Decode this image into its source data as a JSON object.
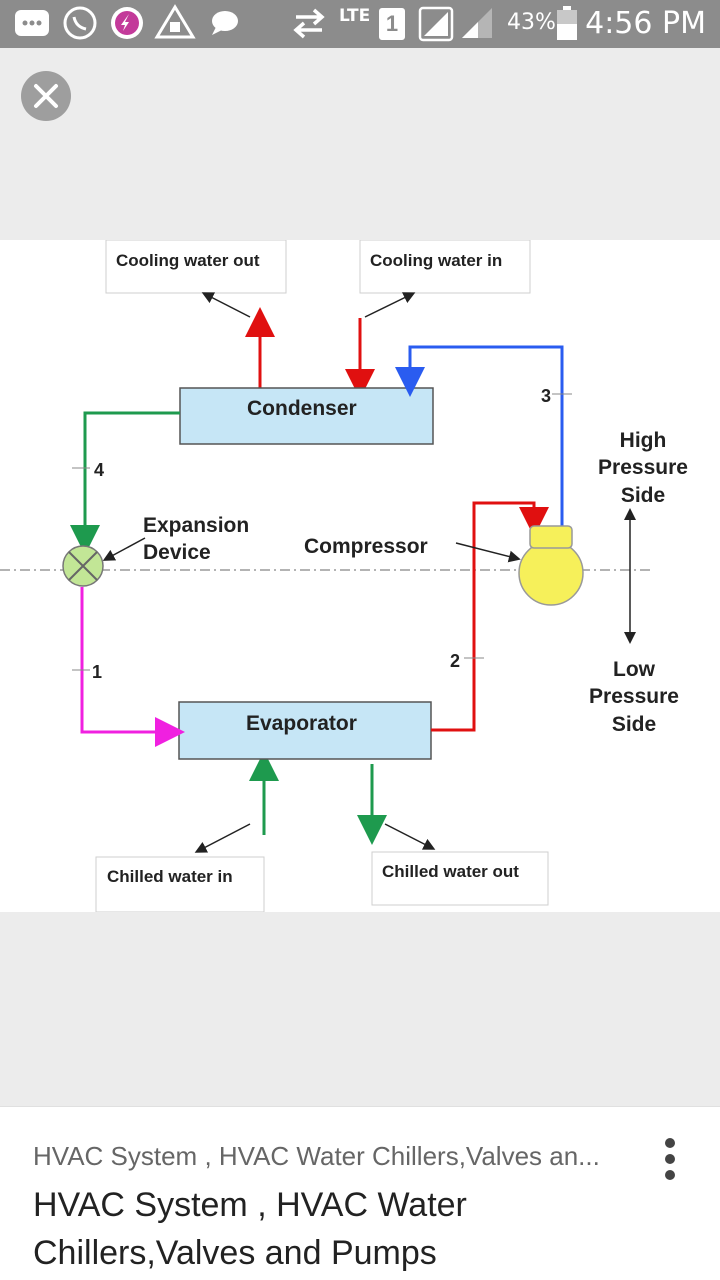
{
  "status_bar": {
    "network": "LTE",
    "sim": "1",
    "battery": "43%",
    "time": "4:56 PM",
    "icons": [
      "messages-icon",
      "whatsapp-icon",
      "messenger-icon",
      "alert-icon",
      "chat-icon",
      "data-transfer-icon",
      "signal-icon",
      "battery-icon"
    ]
  },
  "close": {
    "icon": "close-icon"
  },
  "diagram": {
    "cooling_water_out": "Cooling water out",
    "cooling_water_in": "Cooling water in",
    "condenser": "Condenser",
    "high_pressure_1": "High",
    "high_pressure_2": "Pressure",
    "high_pressure_3": "Side",
    "expansion_1": "Expansion",
    "expansion_2": "Device",
    "compressor": "Compressor",
    "low_pressure_1": "Low",
    "low_pressure_2": "Pressure",
    "low_pressure_3": "Side",
    "evaporator": "Evaporator",
    "chilled_water_in": "Chilled water in",
    "chilled_water_out": "Chilled water out",
    "point_1": "1",
    "point_2": "2",
    "point_3": "3",
    "point_4": "4",
    "colors": {
      "red": "#e01010",
      "blue": "#2a5cf0",
      "green": "#1e9a4e",
      "magenta": "#f020e0",
      "unit_fill": "#c6e6f6",
      "compressor_fill": "#f6f05a",
      "expansion_fill": "#c2e696"
    }
  },
  "card": {
    "source": "HVAC System , HVAC Water Chillers,Valves an...",
    "title": "HVAC System , HVAC Water Chillers,Valves and Pumps",
    "menu_icon": "more-vert-icon"
  }
}
